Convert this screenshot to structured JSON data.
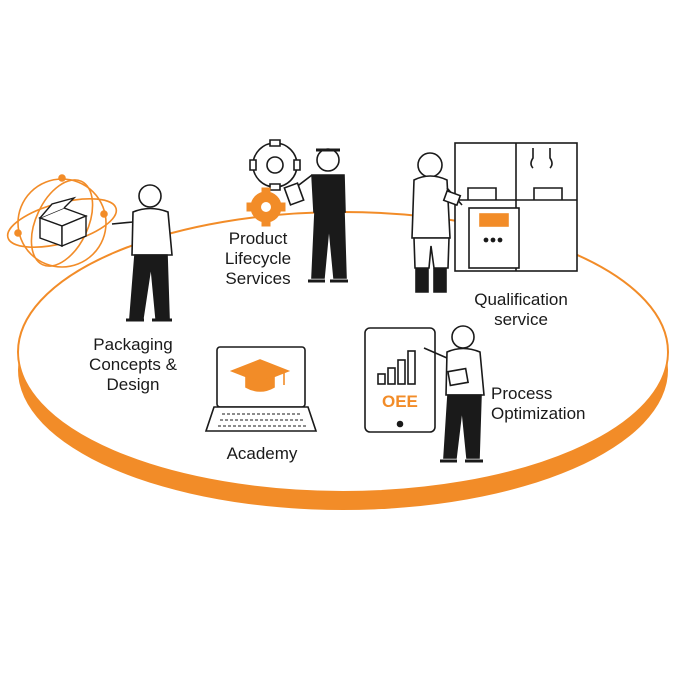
{
  "colors": {
    "accent": "#f28c28",
    "ink": "#1a1a1a",
    "background": "#ffffff"
  },
  "services": {
    "packaging": [
      "Packaging",
      "Concepts &",
      "Design"
    ],
    "lifecycle": [
      "Product",
      "Lifecycle",
      "Services"
    ],
    "qualification": [
      "Qualification",
      "service"
    ],
    "academy": [
      "Academy"
    ],
    "process": [
      "Process",
      "Optimization"
    ]
  },
  "screen": {
    "oee_text": "OEE"
  },
  "icons": [
    "orbit-box-icon",
    "gear-icon",
    "graduation-cap-icon",
    "laptop-icon",
    "tablet-chart-icon",
    "machine-icon",
    "person-icon"
  ]
}
